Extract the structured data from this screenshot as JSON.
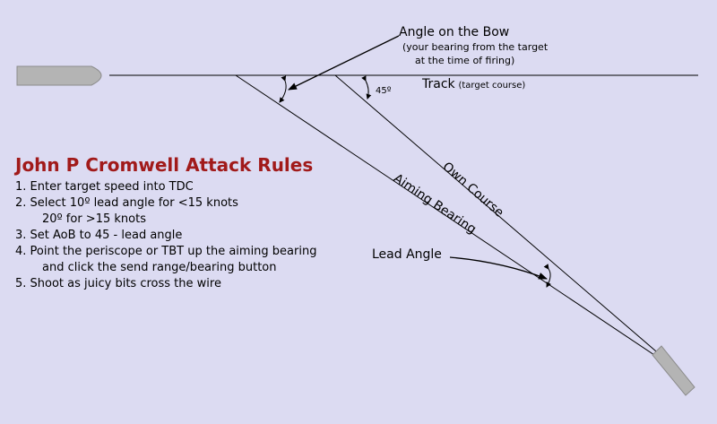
{
  "diagram": {
    "angle_on_bow_title": "Angle on the Bow",
    "angle_on_bow_note_line1": "(your bearing from the target",
    "angle_on_bow_note_line2": "at the time of firing)",
    "track_label": "Track",
    "track_note": "(target course)",
    "own_course_label": "Own Course",
    "aiming_bearing_label": "Aiming Bearing",
    "lead_angle_label": "Lead Angle",
    "angle_45_label": "45º"
  },
  "rules": {
    "title": "John P Cromwell Attack Rules",
    "items": [
      {
        "text": "1. Enter target speed into TDC"
      },
      {
        "text": "2. Select 10º lead angle for <15 knots",
        "cont": "20º for >15 knots"
      },
      {
        "text": "3. Set AoB to 45 - lead angle"
      },
      {
        "text": "4. Point the periscope or TBT up the aiming bearing",
        "cont": "and click the send range/bearing button"
      },
      {
        "text": "5. Shoot as juicy bits cross the wire"
      }
    ]
  },
  "colors": {
    "background": "#dcdbf2",
    "ship": "#b4b4b4",
    "title_red": "#a11a1a"
  }
}
